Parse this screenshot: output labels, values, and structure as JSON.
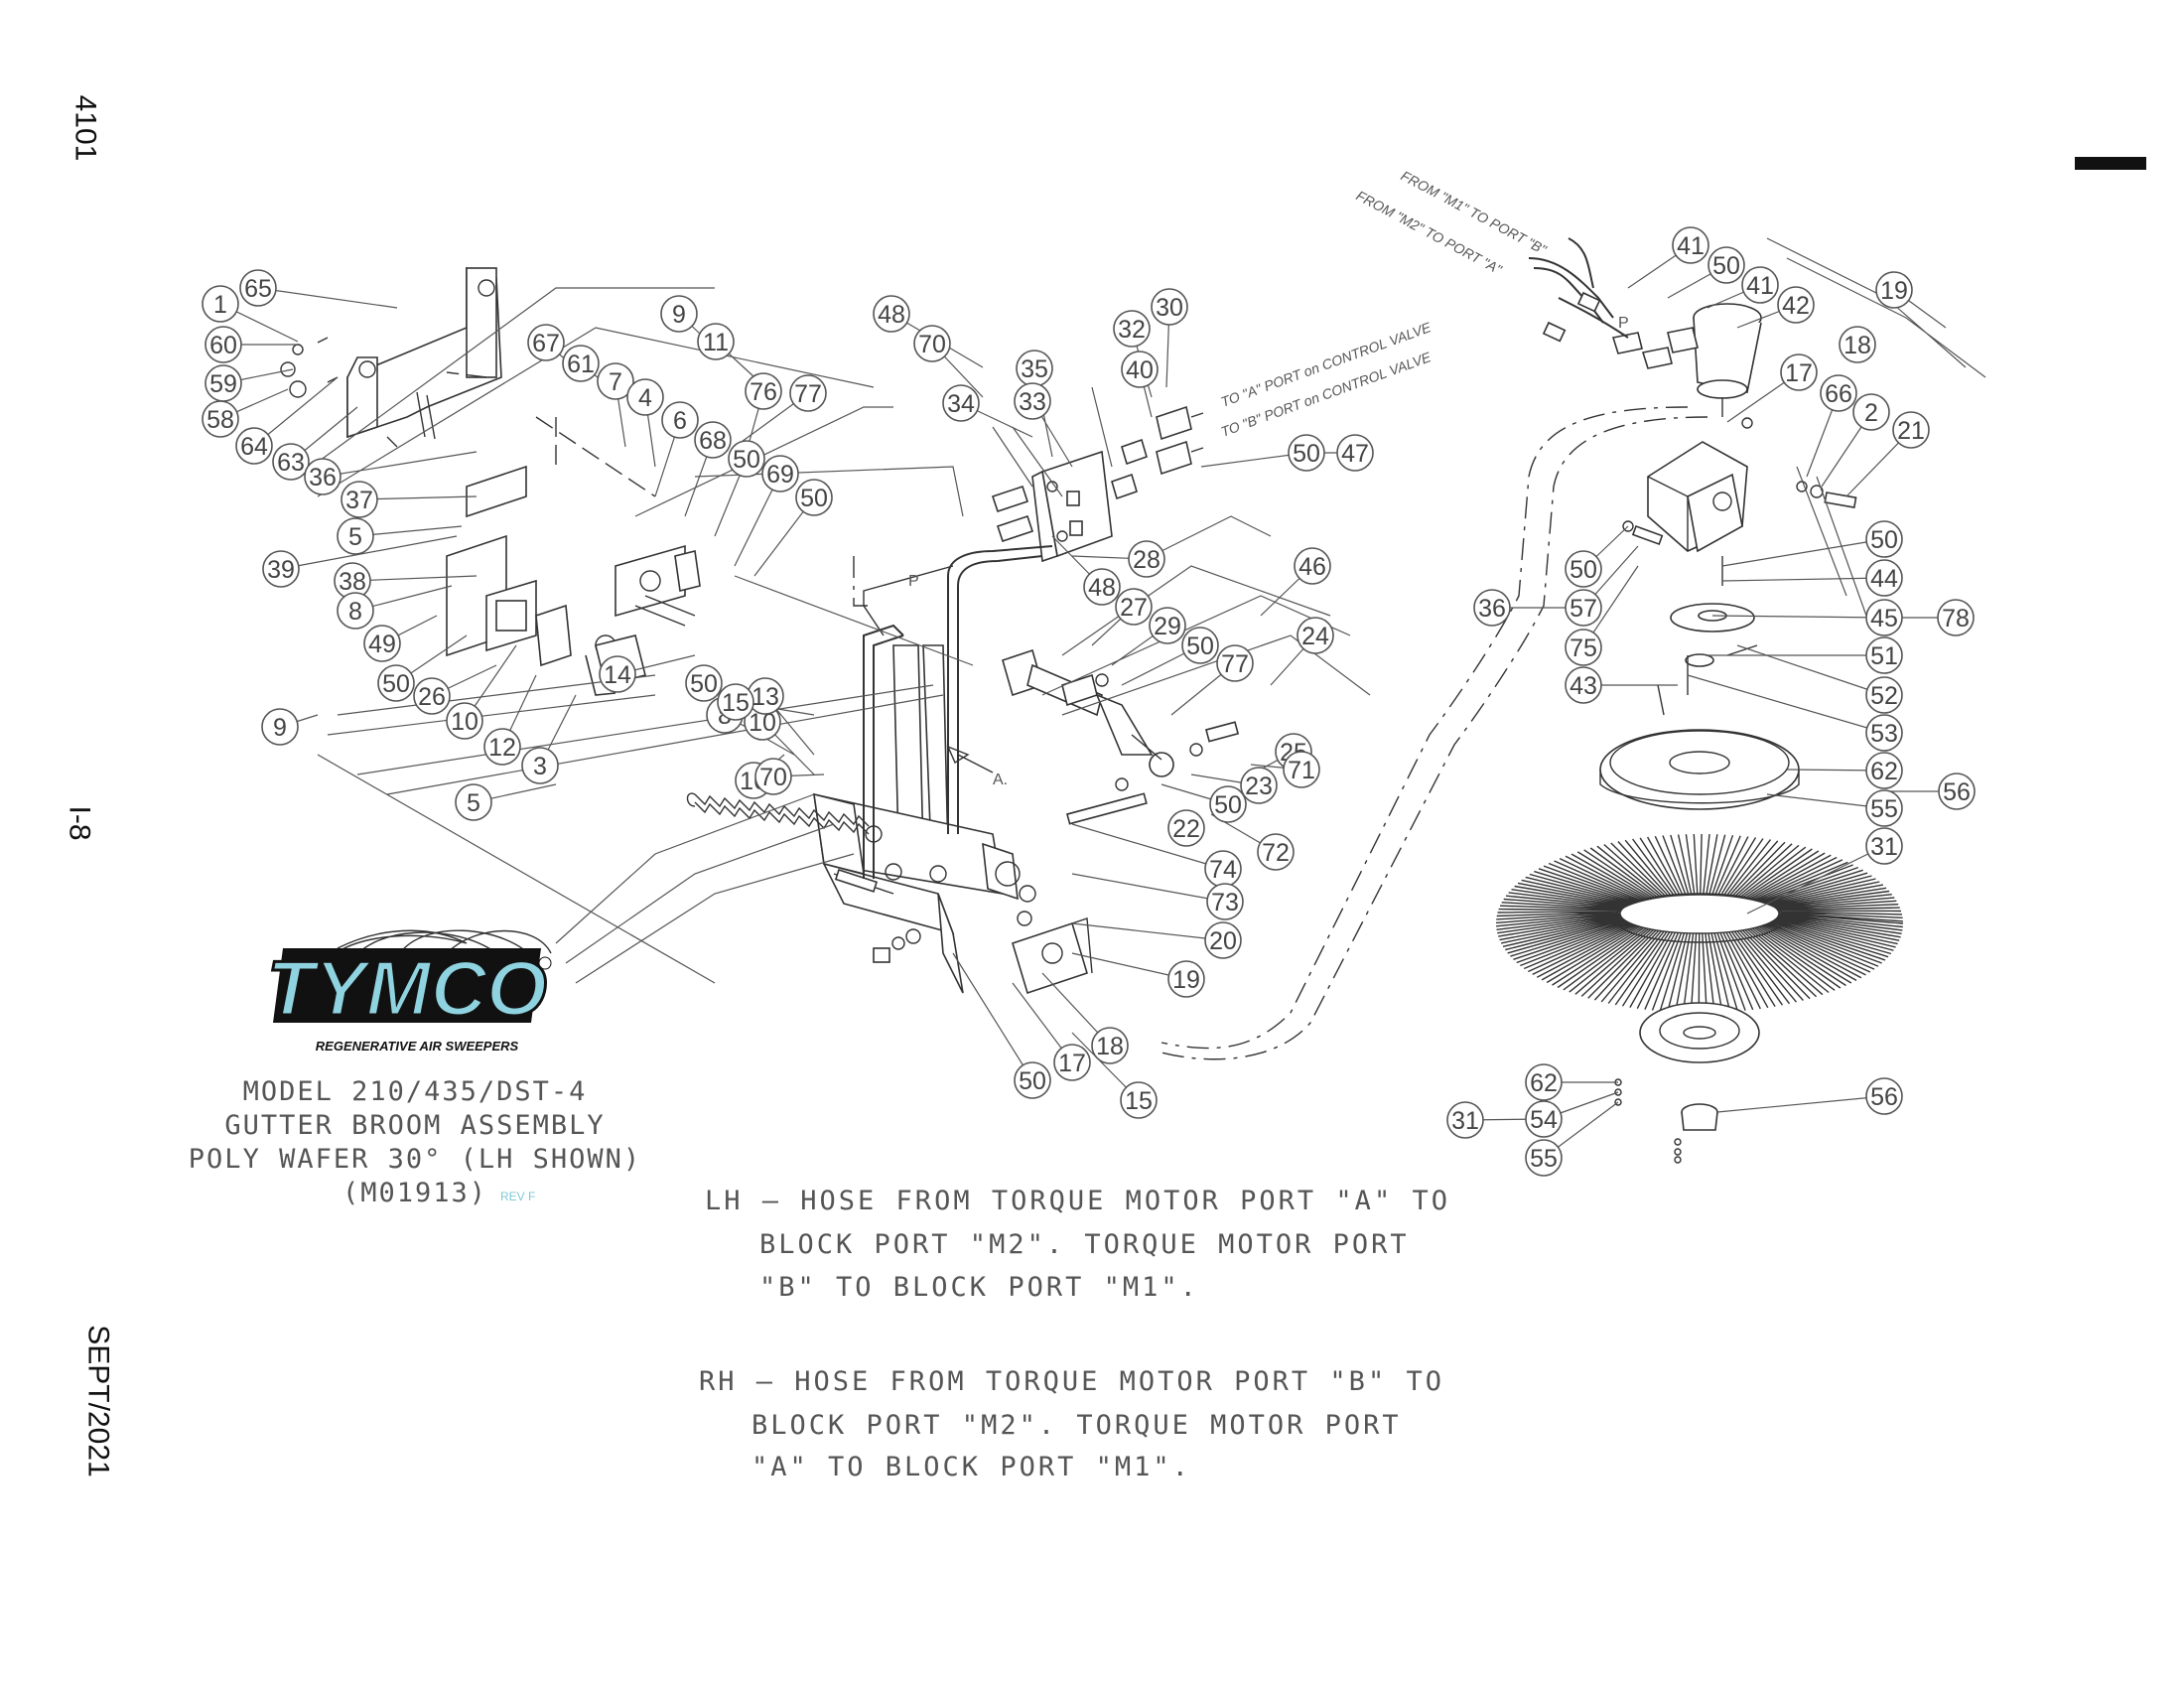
{
  "margin": {
    "top_code": "4101",
    "middle_code": "I-8",
    "date": "SEPT/2021"
  },
  "logo": {
    "brand": "TYMCO",
    "tagline": "REGENERATIVE AIR SWEEPERS",
    "brand_color": "#8fd3e0"
  },
  "title_block": {
    "line1": "MODEL 210/435/DST-4",
    "line2": "GUTTER BROOM ASSEMBLY",
    "line3": "POLY WAFER 30° (LH SHOWN)",
    "line4": "(M01913)",
    "revision": "REV F"
  },
  "annotations": {
    "hose_a": "TO \"A\" PORT on CONTROL VALVE",
    "hose_b": "TO \"B\" PORT on CONTROL VALVE",
    "from_m1": "FROM \"M1\" TO PORT \"B\"",
    "from_m2": "FROM \"M2\" TO PORT \"A\"",
    "view_a": "A.",
    "port_p": "P",
    "port_p2": "P"
  },
  "notes": {
    "lh_1": "LH –  HOSE FROM TORQUE MOTOR PORT \"A\" TO",
    "lh_2": "BLOCK PORT \"M2\".  TORQUE MOTOR PORT",
    "lh_3": "\"B\" TO BLOCK PORT \"M1\".",
    "rh_1": "RH –  HOSE FROM TORQUE MOTOR PORT \"B\" TO",
    "rh_2": "BLOCK PORT \"M2\".  TORQUE MOTOR PORT",
    "rh_3": "\"A\" TO BLOCK PORT \"M1\"."
  },
  "callouts": [
    "1",
    "65",
    "60",
    "59",
    "58",
    "64",
    "63",
    "36",
    "37",
    "5",
    "39",
    "38",
    "8",
    "49",
    "50",
    "9",
    "26",
    "10",
    "12",
    "3",
    "5",
    "67",
    "61",
    "7",
    "4",
    "6",
    "68",
    "50",
    "77",
    "76",
    "69",
    "50",
    "48",
    "70",
    "34",
    "35",
    "33",
    "32",
    "30",
    "50",
    "47",
    "48",
    "28",
    "27",
    "29",
    "50",
    "46",
    "77",
    "24",
    "25",
    "23",
    "71",
    "50",
    "72",
    "22",
    "74",
    "73",
    "20",
    "19",
    "18",
    "17",
    "50",
    "15",
    "9",
    "11",
    "10",
    "13",
    "8",
    "16",
    "14",
    "50",
    "15",
    "70",
    "40",
    "41",
    "50",
    "41",
    "42",
    "19",
    "18",
    "17",
    "66",
    "2",
    "21",
    "50",
    "57",
    "75",
    "36",
    "43",
    "50",
    "44",
    "45",
    "78",
    "51",
    "52",
    "53",
    "62",
    "55",
    "31",
    "56",
    "62",
    "54",
    "55",
    "31",
    "56"
  ]
}
